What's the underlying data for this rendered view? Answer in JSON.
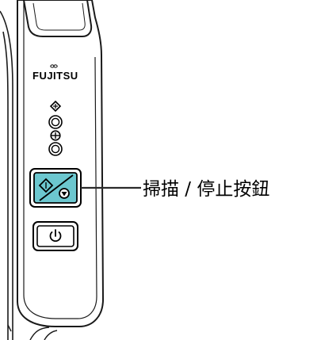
{
  "device": {
    "brand": "FUJITSU",
    "body_color": "#ffffff",
    "outline_color": "#1a1a1a",
    "indicators": [
      {
        "name": "scan-ready",
        "icon": "diamond-icon"
      },
      {
        "name": "error",
        "icon": "error-icon"
      }
    ],
    "buttons": [
      {
        "name": "scan-stop-button",
        "icon": "scan-stop-icon",
        "color": "#6cc7cf",
        "highlighted": true
      },
      {
        "name": "power-button",
        "icon": "power-icon",
        "color": "#ffffff",
        "highlighted": false
      }
    ]
  },
  "callout": {
    "label": "掃描 / 停止按鈕",
    "line_color": "#2b2b2b"
  }
}
